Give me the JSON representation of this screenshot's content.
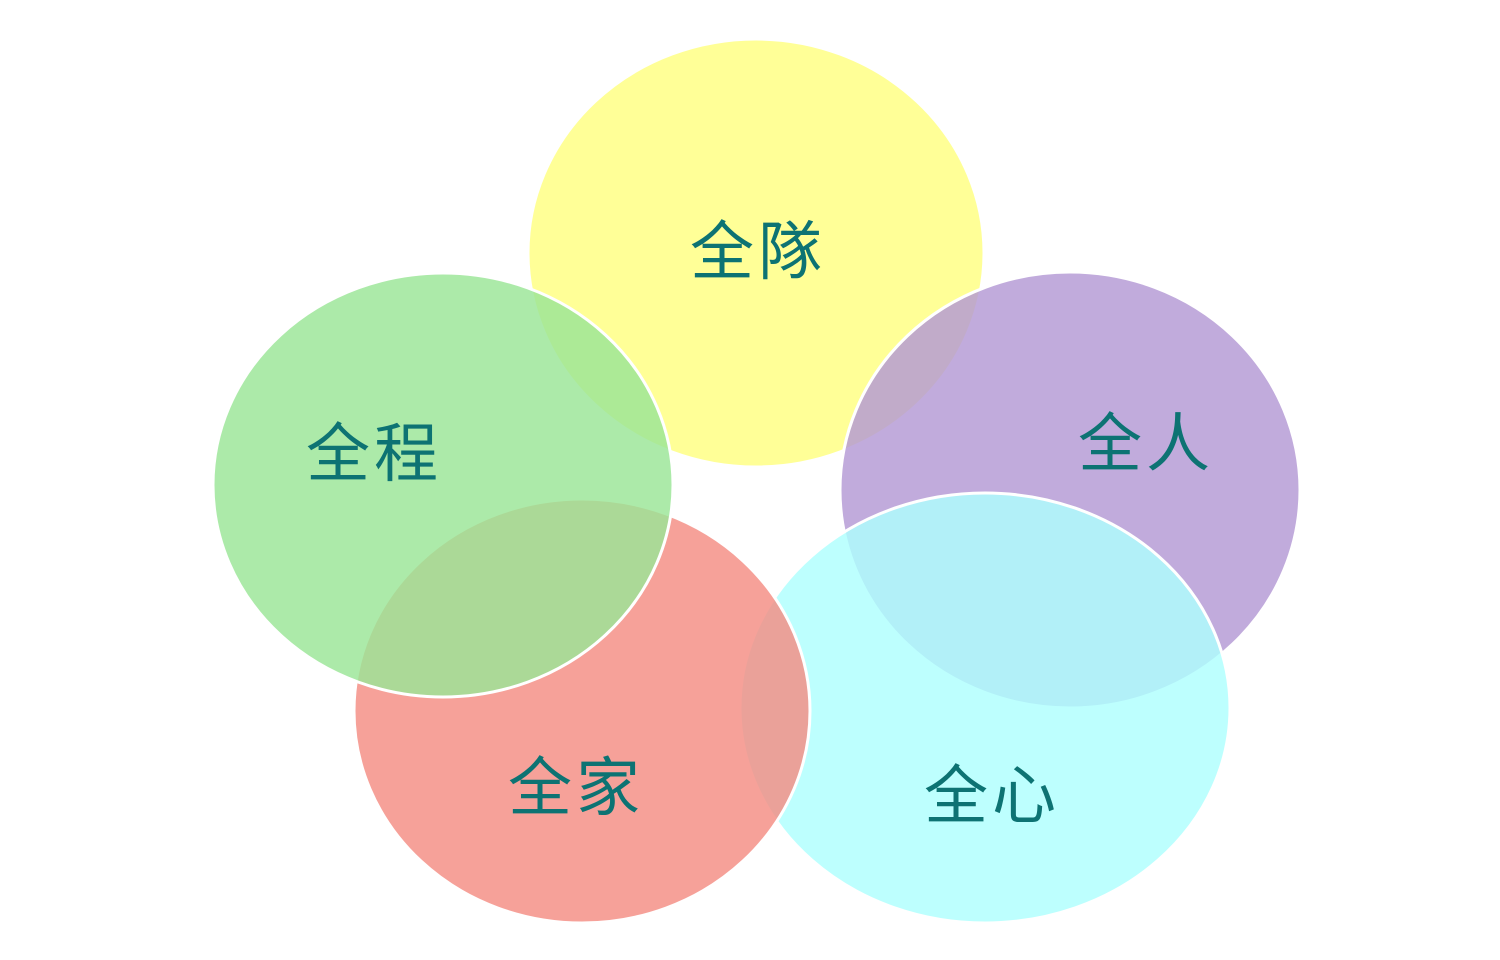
{
  "diagram": {
    "label_color": "#0d7373",
    "outline_color": "#ffffff",
    "circles": [
      {
        "id": "team",
        "label": "全隊",
        "color": "#ffff80"
      },
      {
        "id": "person",
        "label": "全人",
        "color": "#b399d4"
      },
      {
        "id": "heart",
        "label": "全心",
        "color": "#aefffe"
      },
      {
        "id": "family",
        "label": "全家",
        "color": "#f48c82"
      },
      {
        "id": "process",
        "label": "全程",
        "color": "#9ae596"
      }
    ]
  }
}
